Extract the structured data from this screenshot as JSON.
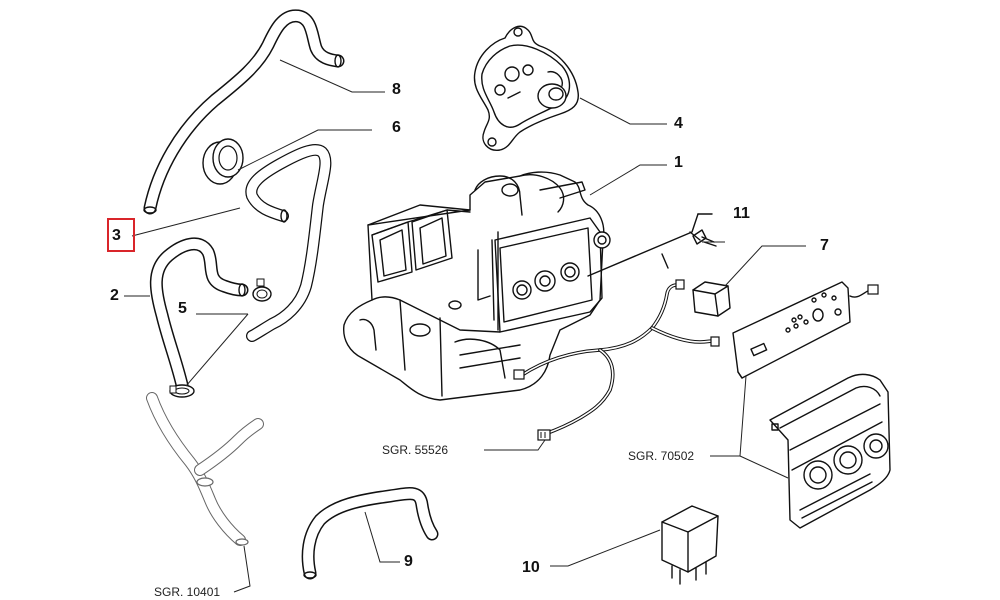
{
  "callouts": {
    "c1": "1",
    "c2": "2",
    "c3": "3",
    "c4": "4",
    "c5": "5",
    "c6": "6",
    "c7": "7",
    "c8": "8",
    "c9": "9",
    "c10": "10",
    "c11": "11"
  },
  "references": {
    "r55526": "SGR. 55526",
    "r70502": "SGR. 70502",
    "r10401": "SGR. 10401"
  },
  "highlighted_callout": "3",
  "colors": {
    "highlight": "#d9252a",
    "line": "#111111",
    "background": "#ffffff"
  }
}
